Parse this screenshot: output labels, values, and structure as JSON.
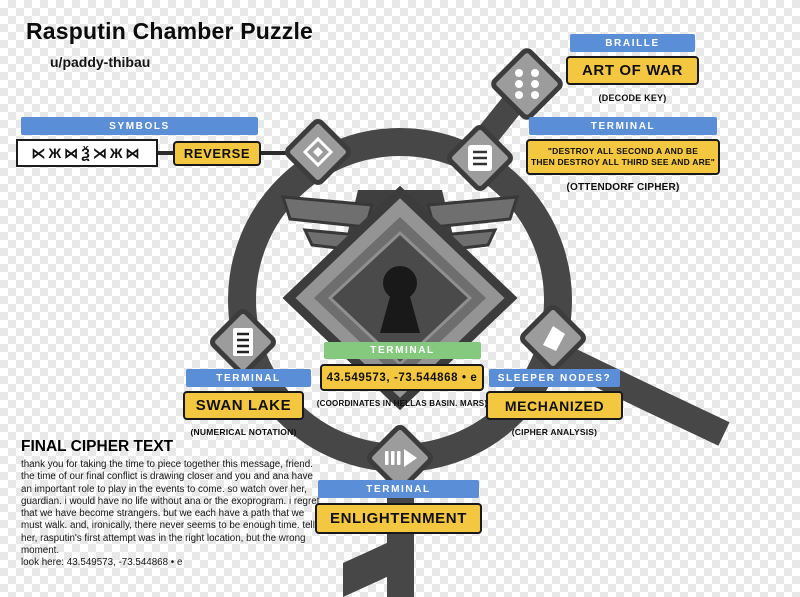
{
  "title": "Rasputin Chamber Puzzle",
  "subtitle": "u/paddy-thibau",
  "colors": {
    "blue": "#5a8ed6",
    "green": "#85c97e",
    "yellow": "#f3c73f",
    "ring": "#474747"
  },
  "labels": {
    "braille": {
      "header": "BRAILLE",
      "value": "ART OF WAR",
      "caption": "(DECODE KEY)"
    },
    "symbols": {
      "header": "SYMBOLS",
      "glyphs": "⋉Ж⋈Ѯ⋊Ж⋈",
      "value": "REVERSE"
    },
    "ottendorf": {
      "header": "TERMINAL",
      "line1": "\"DESTROY ALL SECOND A AND BE",
      "line2": "THEN DESTROY ALL THIRD SEE AND ARE\"",
      "caption": "(OTTENDORF CIPHER)"
    },
    "coordinates": {
      "header": "TERMINAL",
      "value": "43.549573, -73.544868 • e",
      "caption": "(COORDINATES IN HELLAS BASIN. MARS)"
    },
    "swan_lake": {
      "header": "TERMINAL",
      "value": "SWAN LAKE",
      "caption": "(NUMERICAL NOTATION)"
    },
    "mechanized": {
      "header": "SLEEPER NODES?",
      "value": "MECHANIZED",
      "caption": "(CIPHER ANALYSIS)"
    },
    "enlightenment": {
      "header": "TERMINAL",
      "value": "ENLIGHTENMENT"
    }
  },
  "final_cipher": {
    "heading": "FINAL CIPHER TEXT",
    "body": "thank you for taking the time to piece together this message, friend. the time of our final conflict is drawing closer and you and ana have an important role to play in the events to come. so watch over her, guardian. i would have no life without ana or the exoprogram. i regret that we have become strangers. but we each have a path that we must walk. and, ironically, there never seems to be enough time. tell her, rasputin's first attempt was in the right location, but the wrong moment.",
    "look_here": "look here: 43.549573, -73.544868 • e"
  }
}
